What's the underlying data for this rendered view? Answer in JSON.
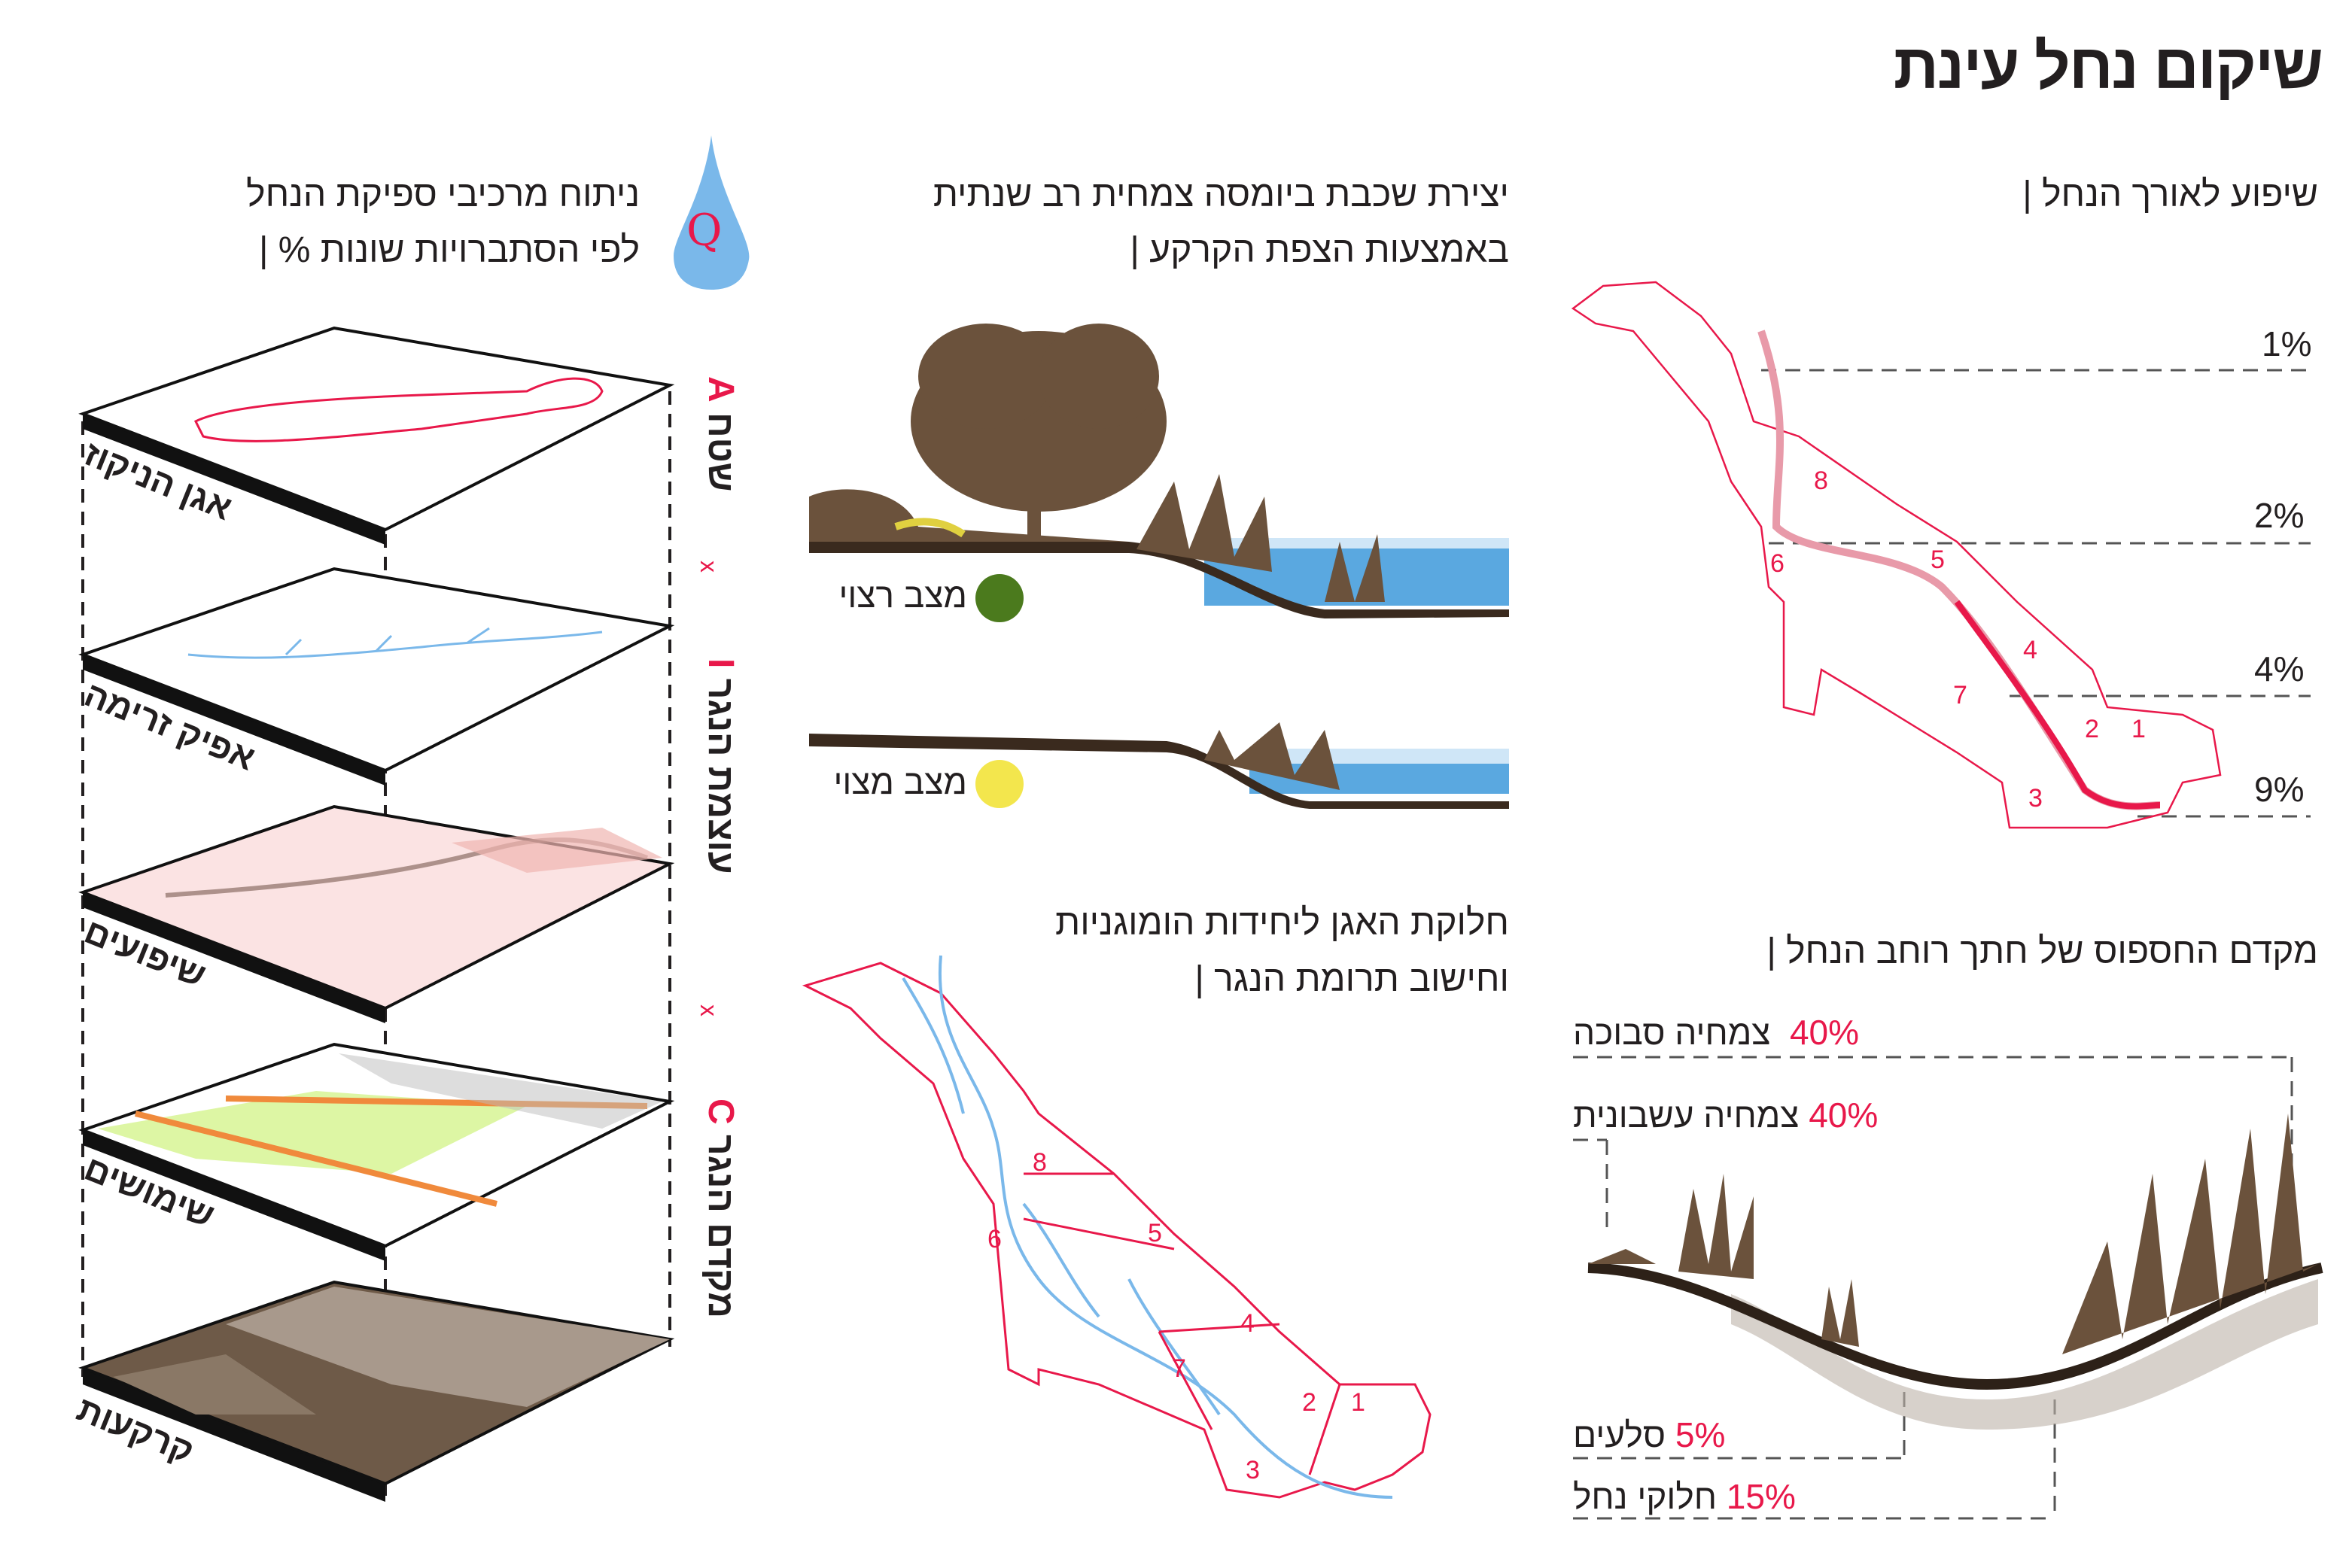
{
  "title": "שיקום נחל עינת",
  "slope_section": {
    "heading": "שיפוע לאורך הנחל |",
    "levels": [
      "1%",
      "2%",
      "4%",
      "9%"
    ],
    "units": [
      "1",
      "2",
      "3",
      "4",
      "5",
      "6",
      "7",
      "8"
    ]
  },
  "biomass_section": {
    "heading_line1": "יצירת שכבת ביומסה צמחית רב שנתית",
    "heading_line2": "באמצעות הצפת הקרקע |",
    "desired_label": "מצב רצוי",
    "existing_label": "מצב מצוי",
    "desired_color": "#4b7a1d",
    "existing_color": "#f3e64d"
  },
  "basin_section": {
    "heading_line1": "חלוקת האגן ליחידות הומוגניות",
    "heading_line2": "וחישוב תרומת הנגר |",
    "units": [
      "1",
      "2",
      "3",
      "4",
      "5",
      "6",
      "7",
      "8"
    ]
  },
  "runoff_section": {
    "heading_line1": "ניתוח מרכיבי ספיקת הנחל",
    "heading_line2": "לפי הסתברויות שונות % |",
    "drop_letter": "Q",
    "formula": [
      {
        "letter": "A",
        "label": "שטח"
      },
      {
        "letter": "I",
        "label": "עוצמת הנגר"
      },
      {
        "letter": "C",
        "label": "מקדם הנגר"
      }
    ],
    "times": "x",
    "layers": [
      "אגן הניקוז",
      "אפיק זרימה",
      "שיפועים",
      "שימושים",
      "קרקעות"
    ]
  },
  "roughness_section": {
    "heading": "מקדם החספוס של חתך רוחב הנחל |",
    "items": [
      {
        "value": "40%",
        "label": "צמחיה סבוכה"
      },
      {
        "value": "40%",
        "label": "צמחיה עשבונית"
      },
      {
        "value": "5%",
        "label": "סלעים"
      },
      {
        "value": "15%",
        "label": "חלוקי נחל"
      }
    ]
  },
  "colors": {
    "accent": "#e8184a",
    "water": "#7ab8ea",
    "soil": "#5a4630"
  }
}
